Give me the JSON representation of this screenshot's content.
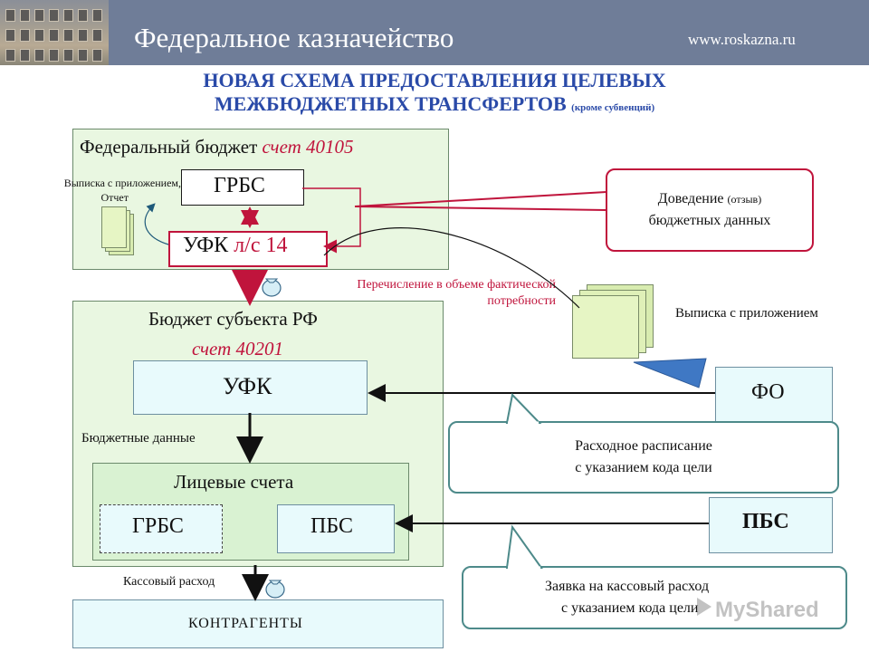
{
  "header": {
    "title": "Федеральное казначейство",
    "url": "www.roskazna.ru"
  },
  "slide_title": {
    "line1": "НОВАЯ СХЕМА ПРЕДОСТАВЛЕНИЯ ЦЕЛЕВЫХ",
    "line2": "МЕЖБЮДЖЕТНЫХ ТРАНСФЕРТОВ",
    "note": "(кроме субвенций)"
  },
  "federal": {
    "title": "Федеральный бюджет",
    "account": "счет   40105",
    "grbs": "ГРБС",
    "ufk_label": "УФК",
    "ufk_account": "л/с 14",
    "extract_note_line1": "Выписка с приложением,",
    "extract_note_line2": "Отчет"
  },
  "transfer_note": {
    "line1": "Перечисление в объеме фактической",
    "line2": "потребности"
  },
  "notice_callout": {
    "line1_main": "Доведение",
    "line1_small": "(отзыв)",
    "line2": "бюджетных данных"
  },
  "extract_right": "Выписка с приложением",
  "region": {
    "title": "Бюджет субъекта РФ",
    "account": "счет  40201",
    "ufk": "УФК",
    "budget_data": "Бюджетные данные",
    "accounts_title": "Лицевые счета",
    "grbs": "ГРБС",
    "pbs": "ПБС"
  },
  "fo": "ФО",
  "schedule_callout": {
    "line1": "Расходное расписание",
    "line2": "с указанием кода цели"
  },
  "pbs_right": "ПБС",
  "request_callout": {
    "line1": "Заявка на кассовый расход",
    "line2": "с указанием кода цели"
  },
  "cash_expense": "Кассовый расход",
  "counterparties": "КОНТРАГЕНТЫ",
  "watermark": "MyShared",
  "colors": {
    "header_bg": "#6f7d98",
    "title_blue": "#2a4aa8",
    "red": "#c0143c",
    "green_fill": "#e9f7e1",
    "cyan_fill": "#e8fafc",
    "callout_border": "#4d8a8a"
  }
}
